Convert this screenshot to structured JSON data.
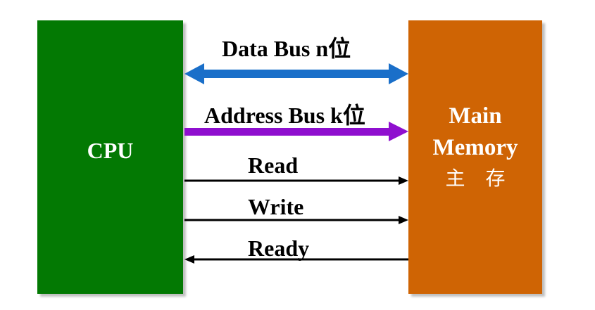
{
  "colors": {
    "cpu": "#037903",
    "memory": "#cf6404",
    "data_bus": "#1a6fc9",
    "address_bus": "#8f0fcf",
    "control": "#000000"
  },
  "cpu": {
    "label": "CPU"
  },
  "memory": {
    "line1": "Main",
    "line2": "Memory",
    "line3": "主 存"
  },
  "buses": {
    "data": {
      "text": "Data Bus n",
      "suffix": "位",
      "direction": "bidirectional"
    },
    "address": {
      "text": "Address Bus k",
      "suffix": "位",
      "direction": "cpu-to-memory"
    },
    "read": {
      "text": "Read",
      "direction": "cpu-to-memory"
    },
    "write": {
      "text": "Write",
      "direction": "cpu-to-memory"
    },
    "ready": {
      "text": "Ready",
      "direction": "memory-to-cpu"
    }
  }
}
